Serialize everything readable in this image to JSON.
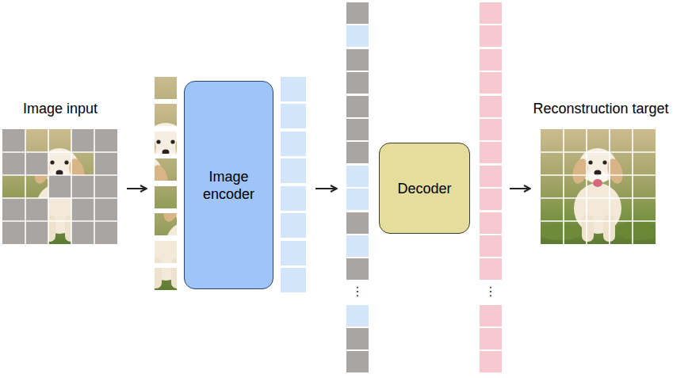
{
  "diagram": {
    "nodes": [
      {
        "text": [
          "Image input"
        ]
      },
      {
        "text": [
          "Image encoder"
        ]
      },
      {
        "text": [
          "Decoder"
        ]
      },
      {
        "text": [
          "Reconstruction target"
        ]
      }
    ],
    "labels": [
      "⋮",
      "⋮"
    ]
  }
}
